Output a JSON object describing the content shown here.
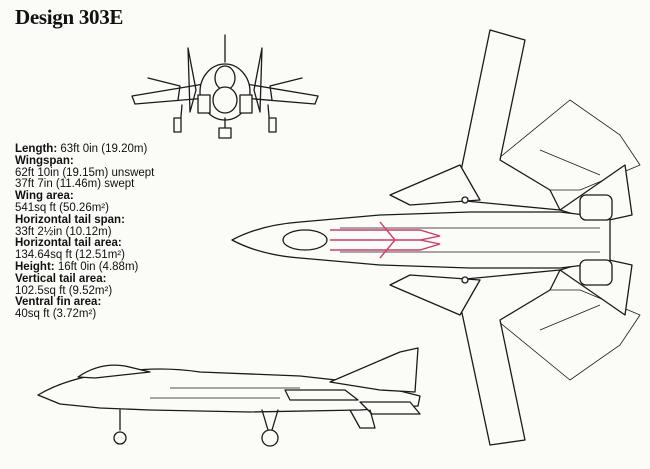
{
  "title": "Design 303E",
  "specs": [
    {
      "label": "Length:",
      "value": "63ft 0in (19.20m)"
    },
    {
      "label": "Wingspan:",
      "value": "62ft 10in (19.15m) unswept"
    },
    {
      "label": "",
      "value": "37ft 7in (11.46m) swept"
    },
    {
      "label": "Wing area:",
      "value": "541sq ft (50.26m²)"
    },
    {
      "label": "Horizontal tail span:",
      "value": "33ft 2½in (10.12m)"
    },
    {
      "label": "Horizontal tail area:",
      "value": "134.64sq ft (12.51m²)"
    },
    {
      "label": "Height:",
      "value": "16ft 0in (4.88m)"
    },
    {
      "label": "Vertical tail area:",
      "value": "102.5sq ft (9.52m²)"
    },
    {
      "label": "Ventral fin area:",
      "value": "40sq ft (3.72m²)"
    }
  ],
  "colors": {
    "outline": "#1a1a1a",
    "accent": "#d23a6e",
    "background": "#fbfbf7"
  }
}
